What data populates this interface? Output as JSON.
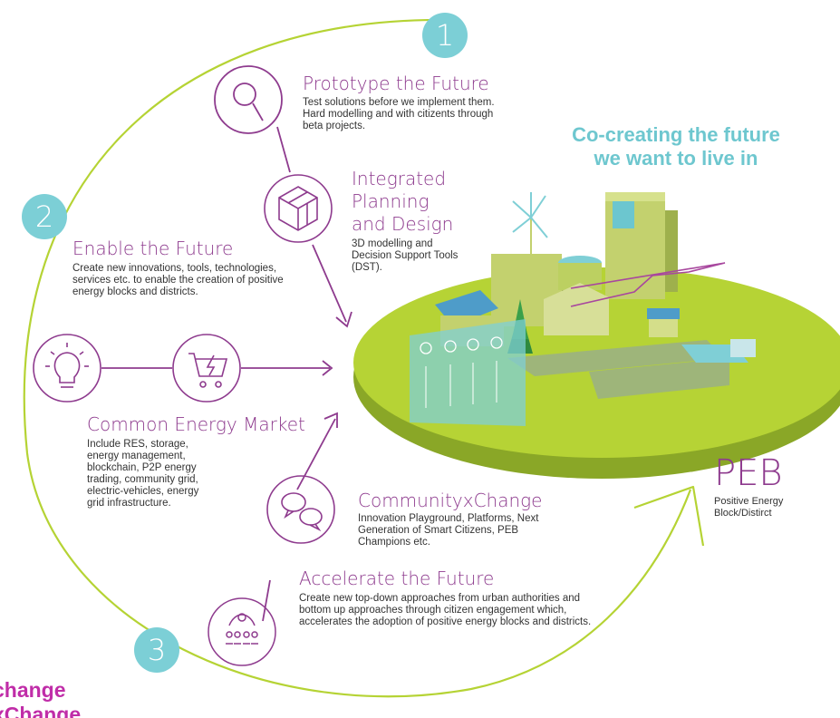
{
  "steps": [
    {
      "number": "1",
      "title": "Prototype the Future",
      "body": "Test solutions before we implement them. Hard modelling and with citizents through beta projects."
    },
    {
      "number": "2",
      "title": "Enable the Future",
      "body": "Create new innovations, tools, technologies, services etc. to enable the creation of positive energy blocks and districts."
    },
    {
      "number": "3",
      "title": "Accelerate the Future",
      "body": "Create new top-down approaches from urban authorities and bottom up approaches through citizen engagement which, accelerates the adoption of positive energy blocks and districts."
    }
  ],
  "integrated": {
    "title_line1": "Integrated",
    "title_line2": "Planning",
    "title_line3": "and Design",
    "body": "3D modelling and Decision Support Tools (DST)."
  },
  "market": {
    "title": "Common Energy Market",
    "body": "Include RES, storage, energy management, blockchain, P2P energy trading, community grid, electric-vehicles, energy grid infrastructure."
  },
  "community": {
    "title": "CommunityxChange",
    "body": "Innovation Playground, Platforms, Next Generation of Smart Citizens, PEB Champions etc."
  },
  "tagline": {
    "line1": "Co-creating the future",
    "line2": "we want to live in"
  },
  "peb": {
    "title": "PEB",
    "subtitle_line1": "Positive Energy",
    "subtitle_line2": "Block/Distirct"
  },
  "brand": {
    "line1": "change",
    "line2": "xChange"
  },
  "icons": [
    "magnifier-icon",
    "cube-icon",
    "lightbulb-icon",
    "energy-cart-icon",
    "chat-bubbles-icon",
    "people-network-icon"
  ],
  "colors": {
    "loop": "#b5d334",
    "accent_purple": "#8e3b8e",
    "step_badge": "#7ccfd6",
    "tagline": "#6ec7cf",
    "brand": "#c02da8",
    "island": "#b6d335"
  }
}
